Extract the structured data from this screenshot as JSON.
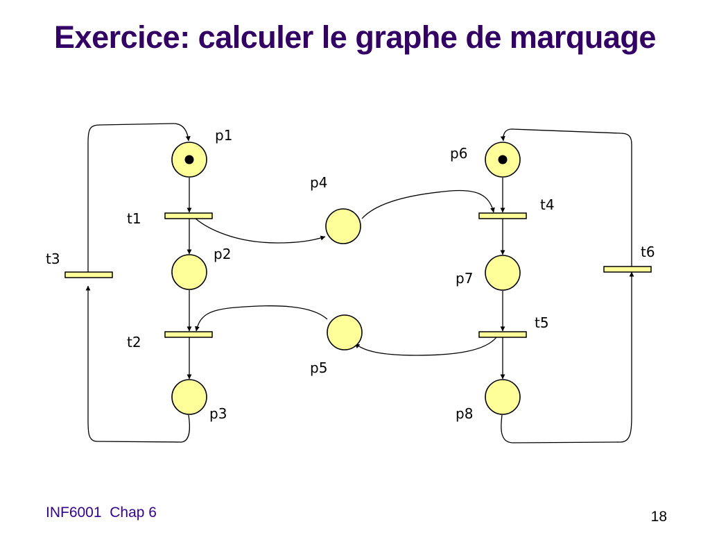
{
  "slide": {
    "title": "Exercice: calculer le graphe de marquage",
    "footer": {
      "course": "INF6001",
      "chapter": "Chap 6",
      "page_number": "18"
    }
  },
  "petri_net": {
    "places": [
      {
        "id": "p1",
        "label": "p1",
        "tokens": 1
      },
      {
        "id": "p2",
        "label": "p2",
        "tokens": 0
      },
      {
        "id": "p3",
        "label": "p3",
        "tokens": 0
      },
      {
        "id": "p4",
        "label": "p4",
        "tokens": 0
      },
      {
        "id": "p5",
        "label": "p5",
        "tokens": 0
      },
      {
        "id": "p6",
        "label": "p6",
        "tokens": 1
      },
      {
        "id": "p7",
        "label": "p7",
        "tokens": 0
      },
      {
        "id": "p8",
        "label": "p8",
        "tokens": 0
      }
    ],
    "transitions": [
      {
        "id": "t1",
        "label": "t1"
      },
      {
        "id": "t2",
        "label": "t2"
      },
      {
        "id": "t3",
        "label": "t3"
      },
      {
        "id": "t4",
        "label": "t4"
      },
      {
        "id": "t5",
        "label": "t5"
      },
      {
        "id": "t6",
        "label": "t6"
      }
    ],
    "arcs": [
      {
        "from": "p1",
        "to": "t1"
      },
      {
        "from": "t1",
        "to": "p2"
      },
      {
        "from": "t1",
        "to": "p4"
      },
      {
        "from": "p2",
        "to": "t2"
      },
      {
        "from": "t2",
        "to": "p3"
      },
      {
        "from": "p3",
        "to": "t3"
      },
      {
        "from": "t3",
        "to": "p1"
      },
      {
        "from": "p6",
        "to": "t4"
      },
      {
        "from": "p4",
        "to": "t4"
      },
      {
        "from": "t4",
        "to": "p7"
      },
      {
        "from": "p7",
        "to": "t5"
      },
      {
        "from": "t5",
        "to": "p8"
      },
      {
        "from": "t5",
        "to": "p5"
      },
      {
        "from": "p5",
        "to": "t2"
      },
      {
        "from": "p8",
        "to": "t6"
      },
      {
        "from": "t6",
        "to": "p6"
      }
    ]
  },
  "colors": {
    "title": "#330066",
    "footer_course": "#330099",
    "node_fill": "#ffff99",
    "stroke": "#000000"
  }
}
